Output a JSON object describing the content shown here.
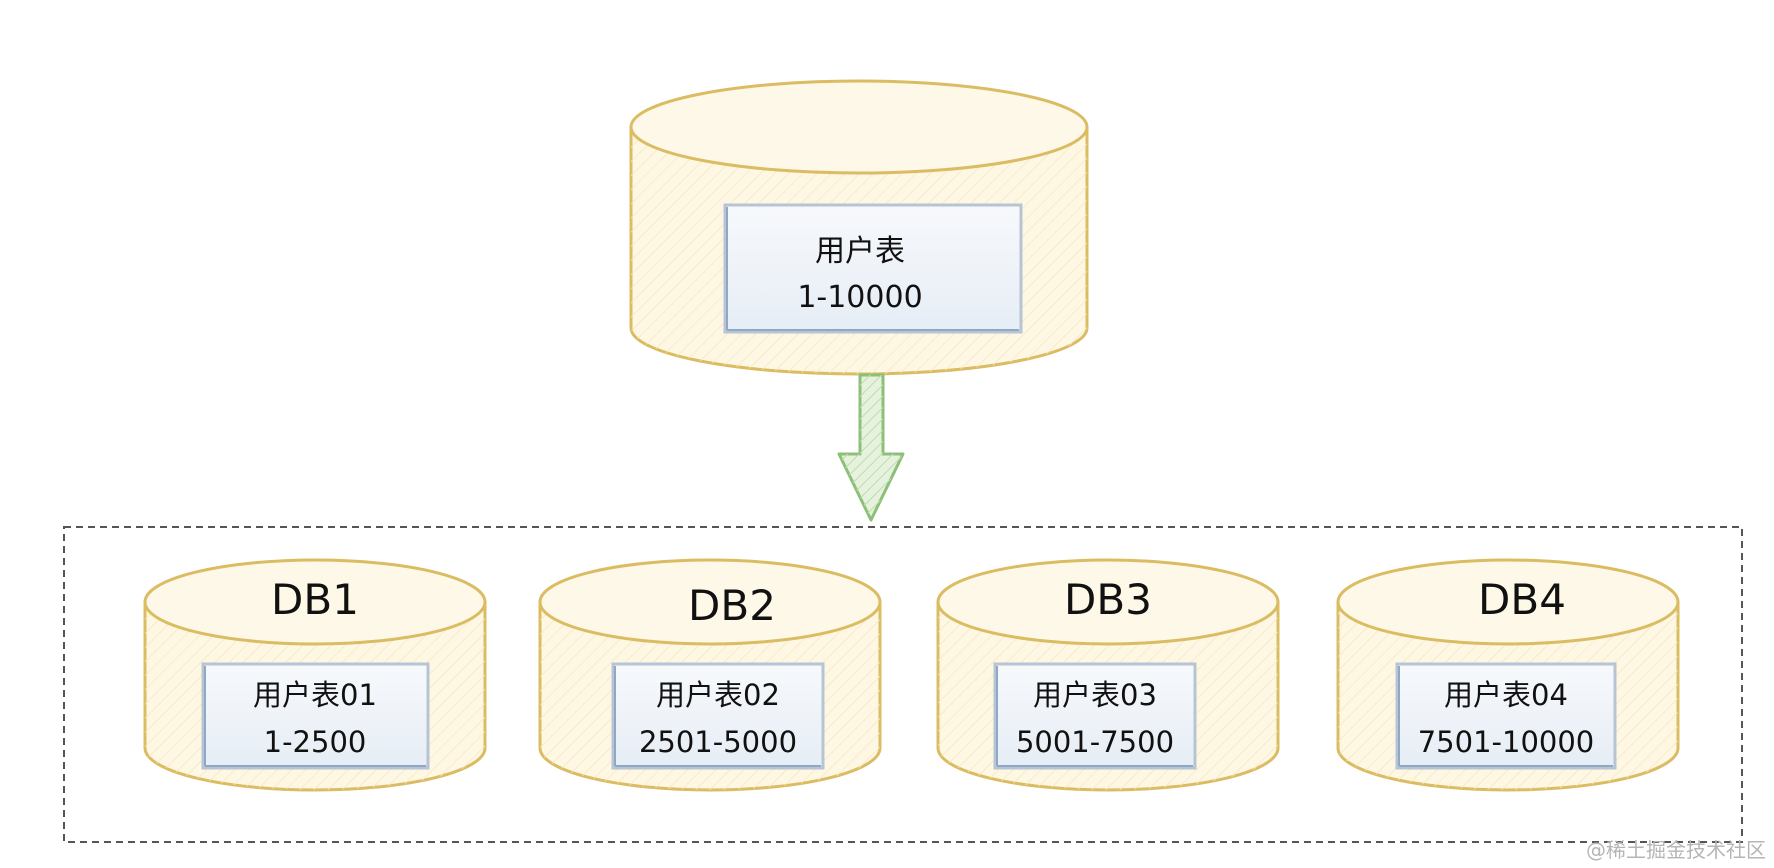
{
  "source_table": {
    "label": "用户表",
    "range": "1-10000"
  },
  "shards": [
    {
      "db": "DB1",
      "table": "用户表01",
      "range": "1-2500"
    },
    {
      "db": "DB2",
      "table": "用户表02",
      "range": "2501-5000"
    },
    {
      "db": "DB3",
      "table": "用户表03",
      "range": "5001-7500"
    },
    {
      "db": "DB4",
      "table": "用户表04",
      "range": "7501-10000"
    }
  ],
  "watermark": "@稀土掘金技术社区",
  "colors": {
    "cylinder_fill": "#fdf7e4",
    "cylinder_stroke": "#dcbc62",
    "box_fill": "#f2f6fb",
    "box_stroke": "#b7c4d4",
    "arrow_fill": "#e6f2dd",
    "arrow_stroke": "#8cc078",
    "group_border": "#555555"
  }
}
